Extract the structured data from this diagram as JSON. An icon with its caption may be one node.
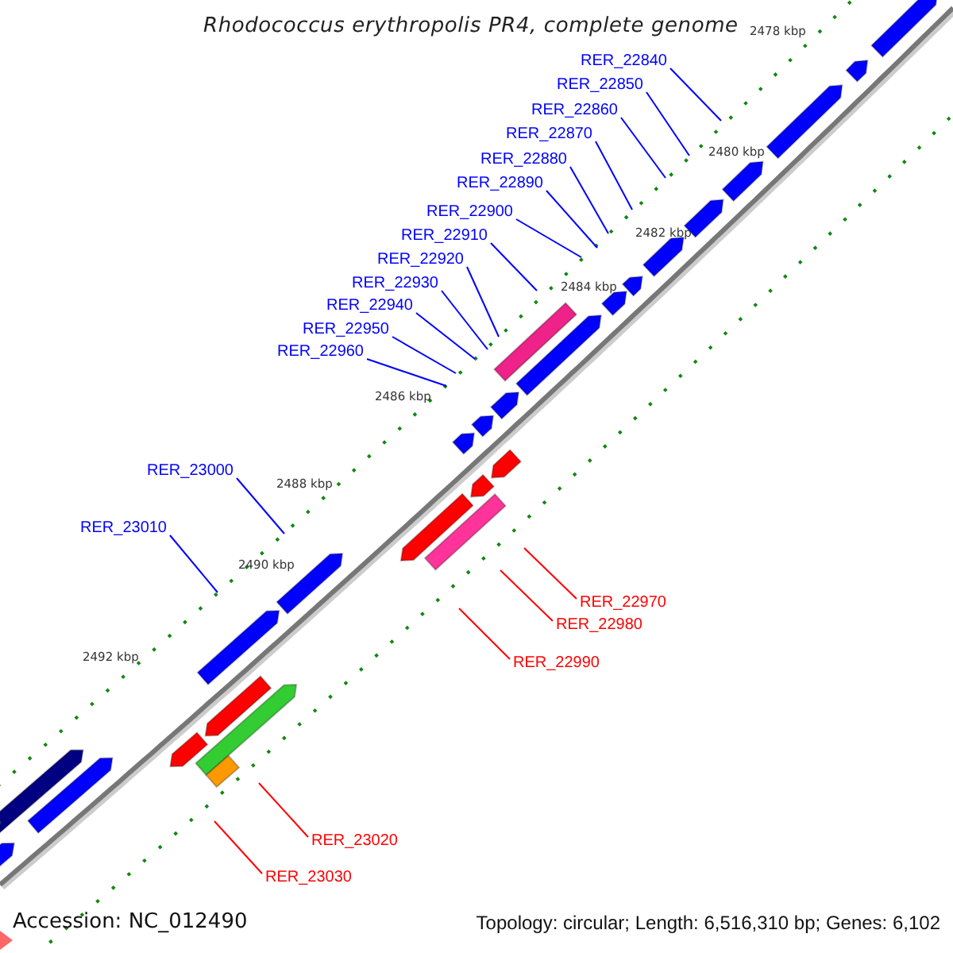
{
  "diagram": {
    "title": "Rhodococcus erythropolis PR4, complete genome",
    "nodes": [
      {
        "text": [
          "RER_22840"
        ]
      },
      {
        "text": [
          "RER_22850"
        ]
      },
      {
        "text": [
          "RER_22860"
        ]
      },
      {
        "text": [
          "RER_22870"
        ]
      },
      {
        "text": [
          "RER_22880"
        ]
      },
      {
        "text": [
          "RER_22890"
        ]
      },
      {
        "text": [
          "RER_22900"
        ]
      },
      {
        "text": [
          "RER_22910"
        ]
      },
      {
        "text": [
          "RER_22920"
        ]
      },
      {
        "text": [
          "RER_22930"
        ]
      },
      {
        "text": [
          "RER_22940"
        ]
      },
      {
        "text": [
          "RER_22950"
        ]
      },
      {
        "text": [
          "RER_22960"
        ]
      },
      {
        "text": [
          "RER_23000"
        ]
      },
      {
        "text": [
          "RER_23010"
        ]
      },
      {
        "text": [
          "RER_22970"
        ]
      },
      {
        "text": [
          "RER_22980"
        ]
      },
      {
        "text": [
          "RER_22990"
        ]
      },
      {
        "text": [
          "RER_23020"
        ]
      },
      {
        "text": [
          "RER_23030"
        ]
      }
    ],
    "edges": [
      {
        "from": 0,
        "to": null,
        "arrow": "none"
      },
      {
        "from": 1,
        "to": null,
        "arrow": "none"
      },
      {
        "from": 2,
        "to": null,
        "arrow": "none"
      },
      {
        "from": 3,
        "to": null,
        "arrow": "none"
      },
      {
        "from": 4,
        "to": null,
        "arrow": "none"
      },
      {
        "from": 5,
        "to": null,
        "arrow": "none"
      },
      {
        "from": 6,
        "to": null,
        "arrow": "none"
      },
      {
        "from": 7,
        "to": null,
        "arrow": "none"
      },
      {
        "from": 8,
        "to": null,
        "arrow": "none"
      },
      {
        "from": 9,
        "to": null,
        "arrow": "none"
      },
      {
        "from": 10,
        "to": null,
        "arrow": "none"
      },
      {
        "from": 11,
        "to": null,
        "arrow": "none"
      },
      {
        "from": 12,
        "to": null,
        "arrow": "none"
      },
      {
        "from": 13,
        "to": null,
        "arrow": "none"
      },
      {
        "from": 14,
        "to": null,
        "arrow": "none"
      },
      {
        "from": 15,
        "to": null,
        "arrow": "none",
        "color": "#ff0000"
      },
      {
        "from": 16,
        "to": null,
        "arrow": "none",
        "color": "#ff0000"
      },
      {
        "from": 17,
        "to": null,
        "arrow": "none",
        "color": "#ff0000"
      },
      {
        "from": 18,
        "to": null,
        "arrow": "none",
        "color": "#ff0000"
      },
      {
        "from": 19,
        "to": null,
        "arrow": "none",
        "color": "#ff0000"
      }
    ],
    "labels": [
      "2478 kbp",
      "2480 kbp",
      "2482 kbp",
      "2484 kbp",
      "2486 kbp",
      "2488 kbp",
      "2490 kbp",
      "2492 kbp",
      "Accession: NC_012490",
      "Topology: circular; Length: 6,516,310 bp; Genes: 6,102"
    ]
  }
}
